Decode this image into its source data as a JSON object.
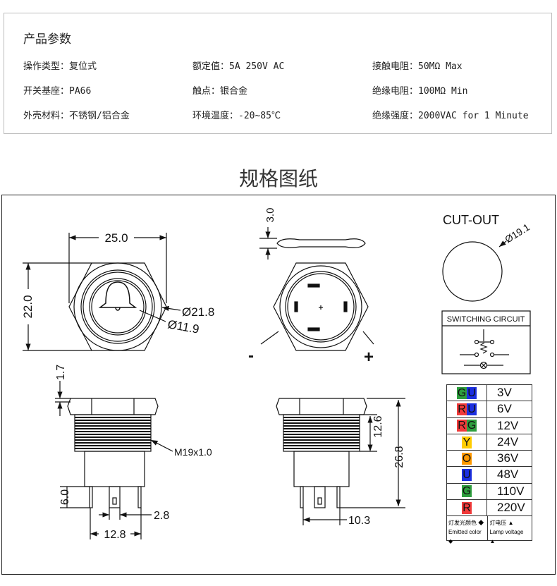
{
  "params": {
    "title": "产品参数",
    "items": [
      [
        "操作类型：复位式",
        "额定值：5A 250V AC",
        "接触电阻：50MΩ Max"
      ],
      [
        "开关基座：PA66",
        "触点：银合金",
        "绝缘电阻：100MΩ Min"
      ],
      [
        "外壳材料：不锈钢/铝合金",
        "环境温度：-20~85℃",
        "绝缘强度：2000VAC for 1 Minute"
      ]
    ]
  },
  "spec_title": "规格图纸",
  "dims": {
    "width": "25.0",
    "height": "22.0",
    "outer_dia": "Ø21.8",
    "inner_dia": "Ø11.9",
    "thickness": "3.0",
    "minus": "-",
    "plus": "+",
    "cap": "1.7",
    "thread": "M19x1.0",
    "pin_len": "6.0",
    "pin_w": "2.8",
    "pin_span": "12.8",
    "thread_len": "12.6",
    "total_len": "26.8",
    "depth": "10.3"
  },
  "cutout": {
    "title": "CUT-OUT",
    "dia": "Ø19.1"
  },
  "circuit": {
    "title": "SWITCHING CIRCUIT"
  },
  "colors": {
    "G": "#2e9e3e",
    "U": "#1b2fe0",
    "R": "#f03a3a",
    "Y": "#ffcc00",
    "O": "#ff9900"
  },
  "voltage_table": [
    {
      "codes": [
        "G",
        "U"
      ],
      "voltage": "3V"
    },
    {
      "codes": [
        "R",
        "U"
      ],
      "voltage": "6V"
    },
    {
      "codes": [
        "R",
        "G"
      ],
      "voltage": "12V"
    },
    {
      "codes": [
        "Y"
      ],
      "voltage": "24V"
    },
    {
      "codes": [
        "O"
      ],
      "voltage": "36V"
    },
    {
      "codes": [
        "U"
      ],
      "voltage": "48V"
    },
    {
      "codes": [
        "G"
      ],
      "voltage": "110V"
    },
    {
      "codes": [
        "R"
      ],
      "voltage": "220V"
    }
  ],
  "legend": {
    "color_cn": "灯发光颜色 ◆",
    "color_en": "Emitted color ◆",
    "volt_cn": "灯电压 ▲",
    "volt_en": "Lamp voltage ▲"
  }
}
